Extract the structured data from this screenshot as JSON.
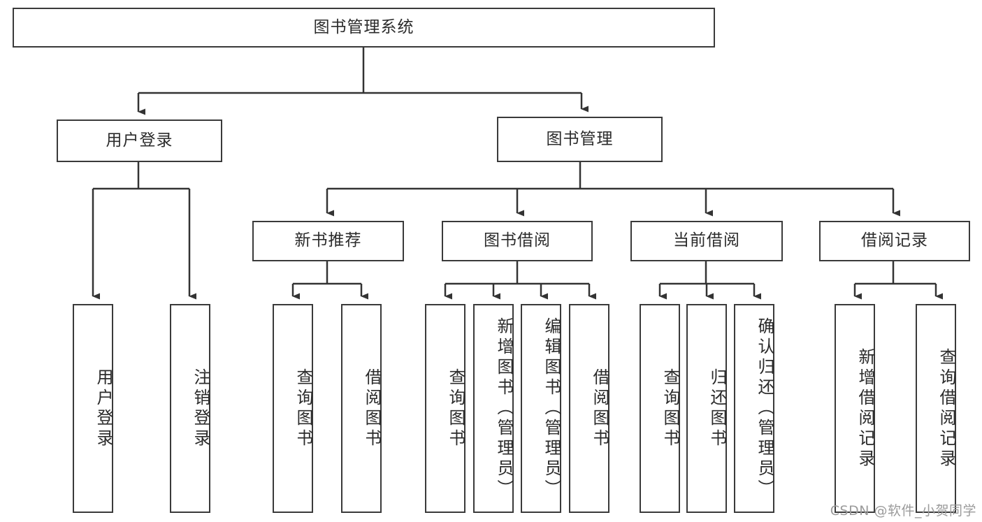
{
  "diagram": {
    "type": "tree",
    "title": "图书管理系统",
    "style": {
      "box_fill": "#ffffff",
      "box_stroke": "#3a3a3a",
      "connector_color": "#333333",
      "text_color": "#2b2b2b",
      "background": "#ffffff",
      "watermark_color": "#9b9b9b"
    },
    "root": {
      "label": "图书管理系统"
    },
    "level1": [
      {
        "id": "user-login",
        "label": "用户登录"
      },
      {
        "id": "book-management",
        "label": "图书管理"
      }
    ],
    "level2": [
      {
        "id": "new-book-recommend",
        "label": "新书推荐",
        "parent": "book-management"
      },
      {
        "id": "book-borrow",
        "label": "图书借阅",
        "parent": "book-management"
      },
      {
        "id": "current-borrow",
        "label": "当前借阅",
        "parent": "book-management"
      },
      {
        "id": "borrow-record",
        "label": "借阅记录",
        "parent": "book-management"
      }
    ],
    "leaves": {
      "user-login": [
        {
          "id": "leaf-user-login",
          "label": "用户登录"
        },
        {
          "id": "leaf-user-logout",
          "label": "注销登录"
        }
      ],
      "new-book-recommend": [
        {
          "id": "leaf-query-book-1",
          "label": "查询图书"
        },
        {
          "id": "leaf-borrow-book-1",
          "label": "借阅图书"
        }
      ],
      "book-borrow": [
        {
          "id": "leaf-query-book-2",
          "label": "查询图书"
        },
        {
          "id": "leaf-add-book",
          "label": "新增图书（管理员）"
        },
        {
          "id": "leaf-edit-book",
          "label": "编辑图书（管理员）"
        },
        {
          "id": "leaf-borrow-book-2",
          "label": "借阅图书"
        }
      ],
      "current-borrow": [
        {
          "id": "leaf-query-book-3",
          "label": "查询图书"
        },
        {
          "id": "leaf-return-book",
          "label": "归还图书"
        },
        {
          "id": "leaf-confirm-return",
          "label": "确认归还（管理员）"
        }
      ],
      "borrow-record": [
        {
          "id": "leaf-add-record",
          "label": "新增借阅记录"
        },
        {
          "id": "leaf-query-record",
          "label": "查询借阅记录"
        }
      ]
    }
  },
  "watermark": {
    "text": "CSDN @软件_小贺同学"
  }
}
